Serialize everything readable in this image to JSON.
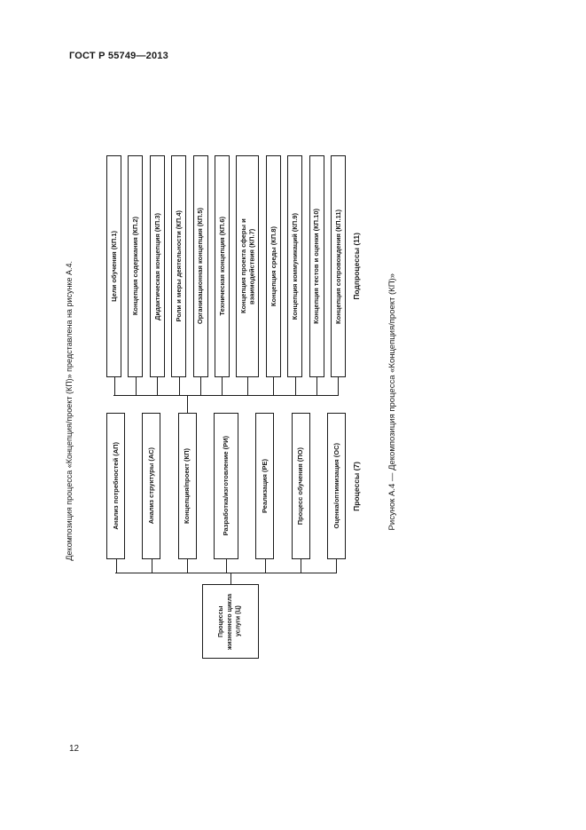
{
  "page": {
    "header": "ГОСТ Р 55749—2013",
    "page_number": "12",
    "side_note": "Декомпозиция процесса «Концепция/проект (КП)» представлена на рисунке А.4.",
    "caption": "Рисунок А.4 — Декомпозиция процесса «Концепция/проект (КП)»"
  },
  "colors": {
    "ink": "#1a1a1a",
    "paper": "#ffffff"
  },
  "diagram": {
    "root_label": "Процессы жизненного цикла услуги (Ц)",
    "processes": {
      "group_label": "Процессы (7)",
      "items": [
        "Анализ потребностей (АП)",
        "Анализ структуры (АС)",
        "Концепция/проект (КП)",
        "Разработка/изготовление (РИ)",
        "Реализация (РЕ)",
        "Процесс обучения (ПО)",
        "Оценка/оптимизация (ОС)"
      ]
    },
    "subprocesses": {
      "group_label": "Подпроцессы (11)",
      "items": [
        "Цели обучения (КП.1)",
        "Концепция содержания (КП.2)",
        "Дидактическая концепция (КП.3)",
        "Роли и меры деятельности (КП.4)",
        "Организационная концепция (КП.5)",
        "Техническая концепция (КП.6)",
        "Концепция проекта сферы и взаимодействия (КП.7)",
        "Концепция среды (КП.8)",
        "Концепция коммуникаций (КП.9)",
        "Концепция тестов и оценки (КП.10)",
        "Концепция сопровождения (КП.11)"
      ]
    }
  }
}
